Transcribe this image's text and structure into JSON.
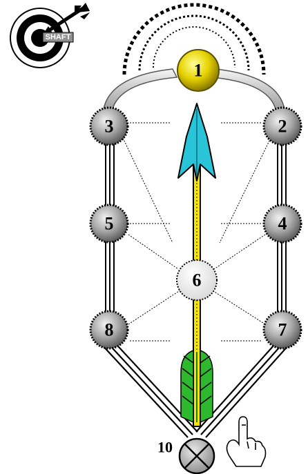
{
  "badge": {
    "text": "SHAFT",
    "icon": "target-arrow-icon"
  },
  "nodes": [
    {
      "id": "1",
      "label": "1"
    },
    {
      "id": "2",
      "label": "2"
    },
    {
      "id": "3",
      "label": "3"
    },
    {
      "id": "4",
      "label": "4"
    },
    {
      "id": "5",
      "label": "5"
    },
    {
      "id": "6",
      "label": "6"
    },
    {
      "id": "7",
      "label": "7"
    },
    {
      "id": "8",
      "label": "8"
    },
    {
      "id": "10",
      "label": "10"
    }
  ],
  "pointer": {
    "icon": "pointing-hand-icon"
  },
  "colors": {
    "gold": "#e6d200",
    "gray_node": "#8f8f8f",
    "light_node": "#eeeeee",
    "arrowhead": "#29c4d8",
    "shaft": "#f7e600",
    "fletching": "#2eb82e",
    "ink": "#000000"
  }
}
